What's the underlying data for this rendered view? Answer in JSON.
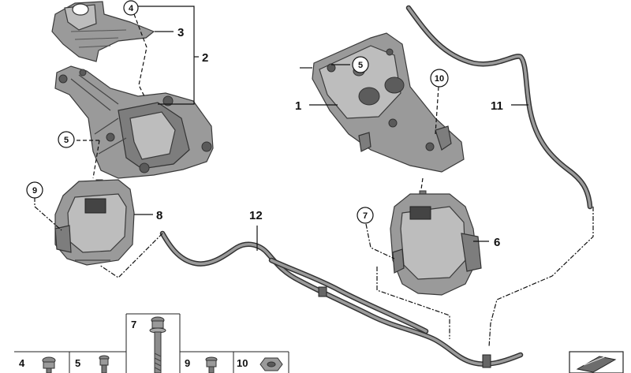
{
  "callouts": {
    "c1": "1",
    "c2": "2",
    "c3": "3",
    "c4": "4",
    "c5a": "5",
    "c5b": "5",
    "c6": "6",
    "c7": "7",
    "c8": "8",
    "c9": "9",
    "c10": "10",
    "c11": "11",
    "c12": "12"
  },
  "fastener_grid": {
    "cells": [
      {
        "number": "4"
      },
      {
        "number": "5"
      },
      {
        "number": "7"
      },
      {
        "number": "9"
      },
      {
        "number": "10"
      }
    ]
  }
}
